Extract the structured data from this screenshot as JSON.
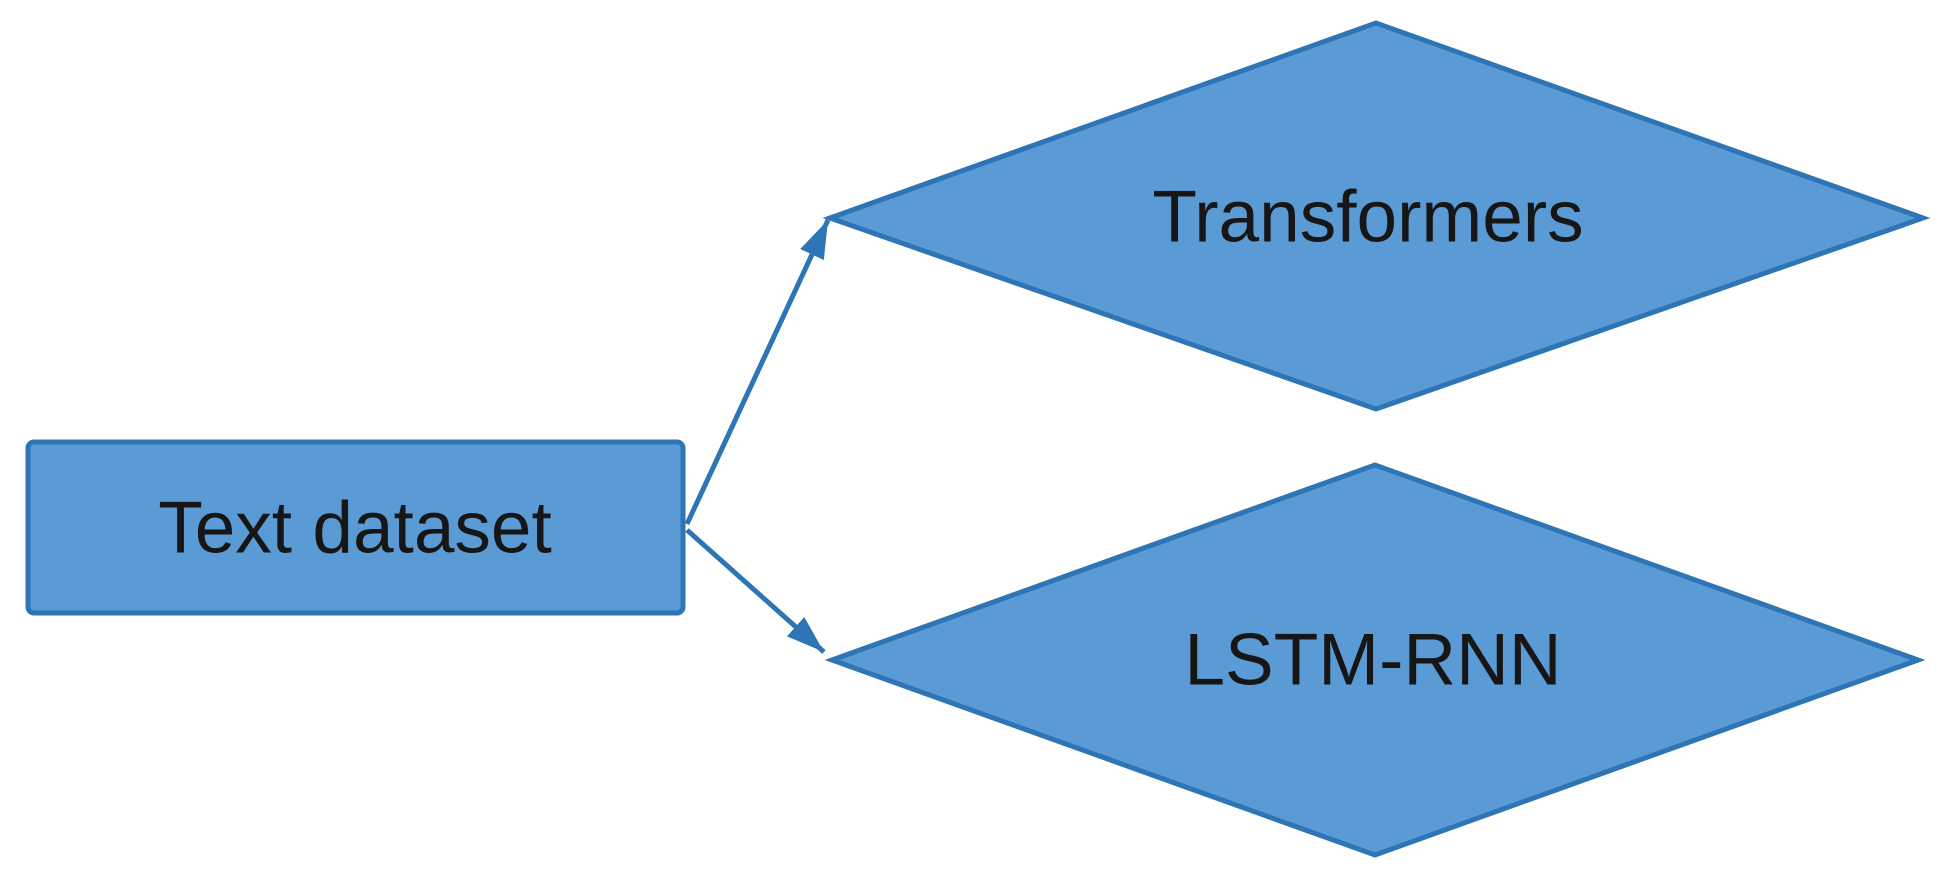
{
  "diagram": {
    "type": "flowchart",
    "background": "#ffffff",
    "colors": {
      "node_fill": "#5b9bd5",
      "node_stroke": "#2e75b6",
      "edge": "#2e75b6",
      "label_text": "#161616"
    },
    "nodes": [
      {
        "id": "text-dataset",
        "shape": "rectangle",
        "label": "Text dataset"
      },
      {
        "id": "transformers",
        "shape": "diamond",
        "label": "Transformers"
      },
      {
        "id": "lstm-rnn",
        "shape": "diamond",
        "label": "LSTM-RNN"
      }
    ],
    "edges": [
      {
        "from": "text-dataset",
        "to": "transformers",
        "style": "solid-arrow"
      },
      {
        "from": "text-dataset",
        "to": "lstm-rnn",
        "style": "solid-arrow"
      }
    ]
  }
}
